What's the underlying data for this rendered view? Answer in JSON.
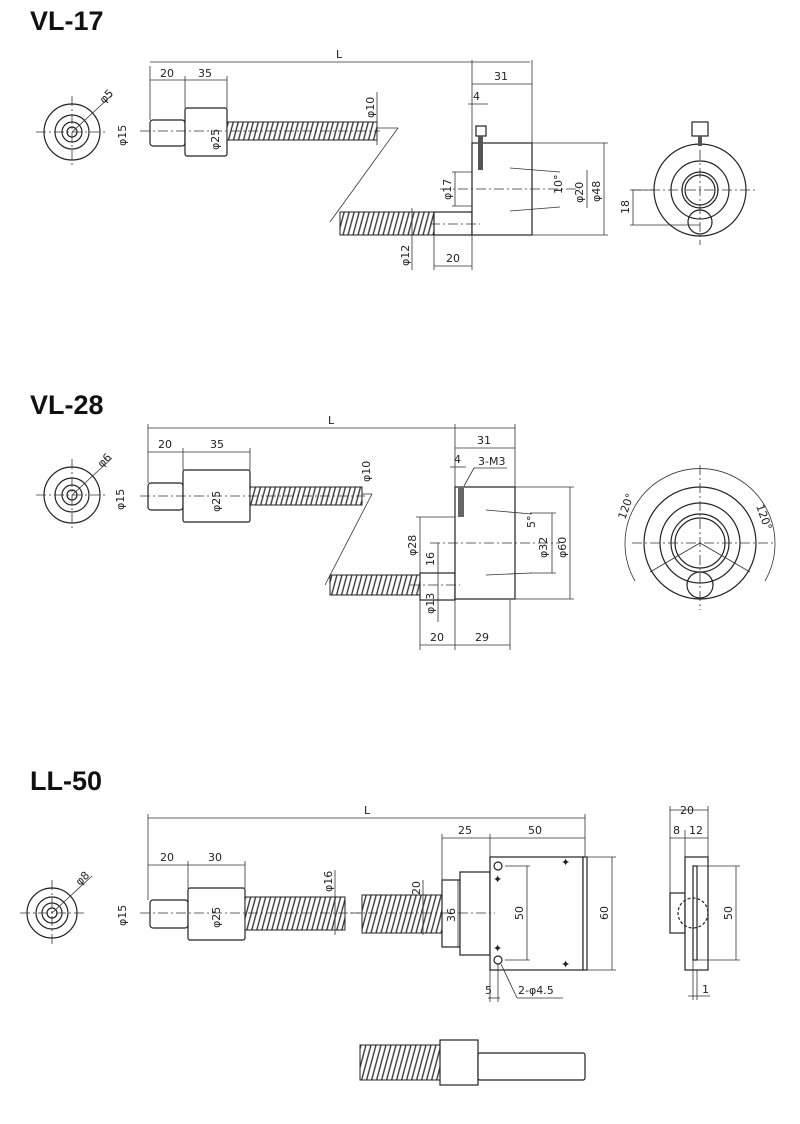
{
  "sections": [
    {
      "title": "VL-17",
      "dims": {
        "L": "L",
        "d5": "φ5",
        "a20": "20",
        "a35": "35",
        "d15": "φ15",
        "d25": "φ25",
        "d10": "φ10",
        "b31": "31",
        "b4": "4",
        "d17": "φ17",
        "ang": "10°",
        "d20": "φ20",
        "d48": "φ48",
        "d12": "φ12",
        "c20": "20",
        "h18": "18"
      }
    },
    {
      "title": "VL-28",
      "dims": {
        "L": "L",
        "d6": "φ6",
        "a20": "20",
        "a35": "35",
        "d15": "φ15",
        "d25": "φ25",
        "d10": "φ10",
        "b31": "31",
        "b4": "4",
        "m3": "3-M3",
        "ang": "5°",
        "d28": "φ28",
        "h16": "16",
        "d32": "φ32",
        "d60": "φ60",
        "d13": "φ13",
        "c20": "20",
        "c29": "29",
        "a120l": "120°",
        "a120r": "120°"
      }
    },
    {
      "title": "LL-50",
      "dims": {
        "L": "L",
        "d8": "φ8",
        "a20": "20",
        "a30": "30",
        "d15": "φ15",
        "d25": "φ25",
        "d16": "φ16",
        "b25": "25",
        "b50": "50",
        "h20": "20",
        "h36": "36",
        "h50": "50",
        "h60": "60",
        "w5": "5",
        "holes": "2-φ4.5",
        "s20": "20",
        "s8": "8",
        "s12": "12",
        "s50": "50",
        "s1": "1"
      }
    }
  ]
}
